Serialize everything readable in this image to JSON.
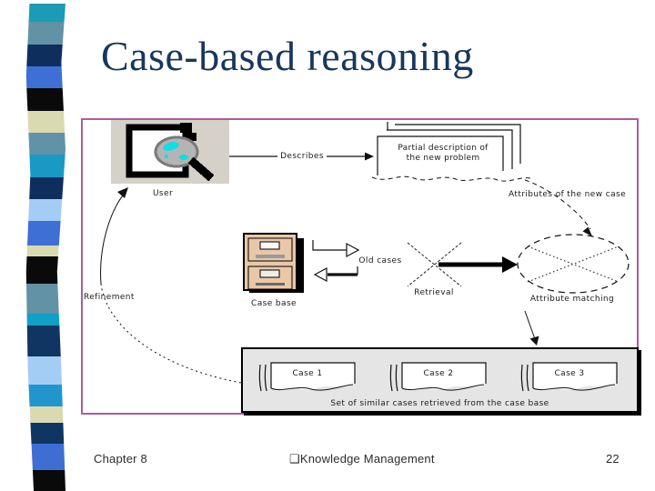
{
  "slide": {
    "title": "Case-based reasoning",
    "footer": {
      "chapter": "Chapter 8",
      "bullet": "❑",
      "course": "Knowledge Management",
      "page_number": "22"
    }
  },
  "diagram": {
    "user_label": "User",
    "describes_label": "Describes",
    "problem_note_line1": "Partial description of",
    "problem_note_line2": "the new problem",
    "attributes_label": "Attributes of the new case",
    "old_cases_label": "Old cases",
    "retrieval_label": "Retrieval",
    "case_base_label": "Case base",
    "attribute_matching_label": "Attribute matching",
    "refinement_label": "Refinement",
    "cases": [
      "Case 1",
      "Case 2",
      "Case 3"
    ],
    "set_caption": "Set of similar cases retrieved from the case base"
  },
  "colors": {
    "title_text": "#17375e",
    "diagram_border": "#ad5c9d",
    "icon_panel_bg": "#d5d1c8",
    "cabinet_fill": "#e9c8a7",
    "retrieved_box_bg": "#e5e5e5",
    "magnifier_cyan": "#12dce4",
    "ink": "#1a1a1a",
    "footer_text": "#2b2b2b"
  },
  "decor_bar": {
    "blocks": [
      {
        "color": "#1b9bb4",
        "h": 20
      },
      {
        "color": "#6292a6",
        "h": 25
      },
      {
        "color": "#0e2e5e",
        "h": 24
      },
      {
        "color": "#3d6fd4",
        "h": 24
      },
      {
        "color": "#0a0a0a",
        "h": 25
      },
      {
        "color": "#d9dab0",
        "h": 24
      },
      {
        "color": "#6292a6",
        "h": 24
      },
      {
        "color": "#189ac4",
        "h": 25
      },
      {
        "color": "#0e2e5e",
        "h": 24
      },
      {
        "color": "#a3cdf4",
        "h": 24
      },
      {
        "color": "#3d6fd4",
        "h": 27
      },
      {
        "color": "#d9dab0",
        "h": 12
      },
      {
        "color": "#0a0a0a",
        "h": 30
      },
      {
        "color": "#6292a6",
        "h": 33
      },
      {
        "color": "#12a0c6",
        "h": 13
      },
      {
        "color": "#0f3562",
        "h": 34
      },
      {
        "color": "#a3cdf4",
        "h": 31
      },
      {
        "color": "#2196cd",
        "h": 24
      },
      {
        "color": "#d9dab0",
        "h": 18
      },
      {
        "color": "#0f3562",
        "h": 23
      },
      {
        "color": "#3e6ed2",
        "h": 29
      },
      {
        "color": "#0a0a0a",
        "h": 23
      }
    ]
  }
}
